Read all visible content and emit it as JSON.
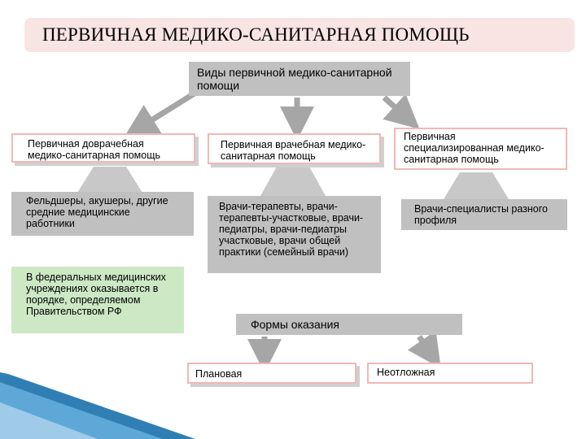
{
  "title": "ПЕРВИЧНАЯ МЕДИКО-САНИТАРНАЯ ПОМОЩЬ",
  "root": "Виды первичной медико-санитарной помощи",
  "types": [
    "Первичная доврачебная медико-санитарная помощь",
    "Первичная врачебная медико-санитарная помощь",
    "Первичная специализированная медико-санитарная помощь"
  ],
  "staff": [
    "Фельдшеры, акушеры, другие средние медицинские работники",
    "Врачи-терапевты, врачи-терапевты-участковые, врачи-педиатры, врачи-педиатры участковые, врачи общей практики (семейный врачи)",
    "Врачи-специалисты разного профиля"
  ],
  "federal_note": "В федеральных медицинских учреждениях оказывается в порядке, определяемом Правительством РФ",
  "forms": {
    "title": "Формы оказания",
    "options": [
      "Плановая",
      "Неотложная"
    ]
  },
  "colors": {
    "title_bg": "#f8e4e2",
    "box_gray": "#c0c0c0",
    "box_green": "#cde8c4",
    "border_pink": "#f0b8b6",
    "arrow": "#a6a6a6",
    "decor_blue": "#2f7fb5"
  }
}
